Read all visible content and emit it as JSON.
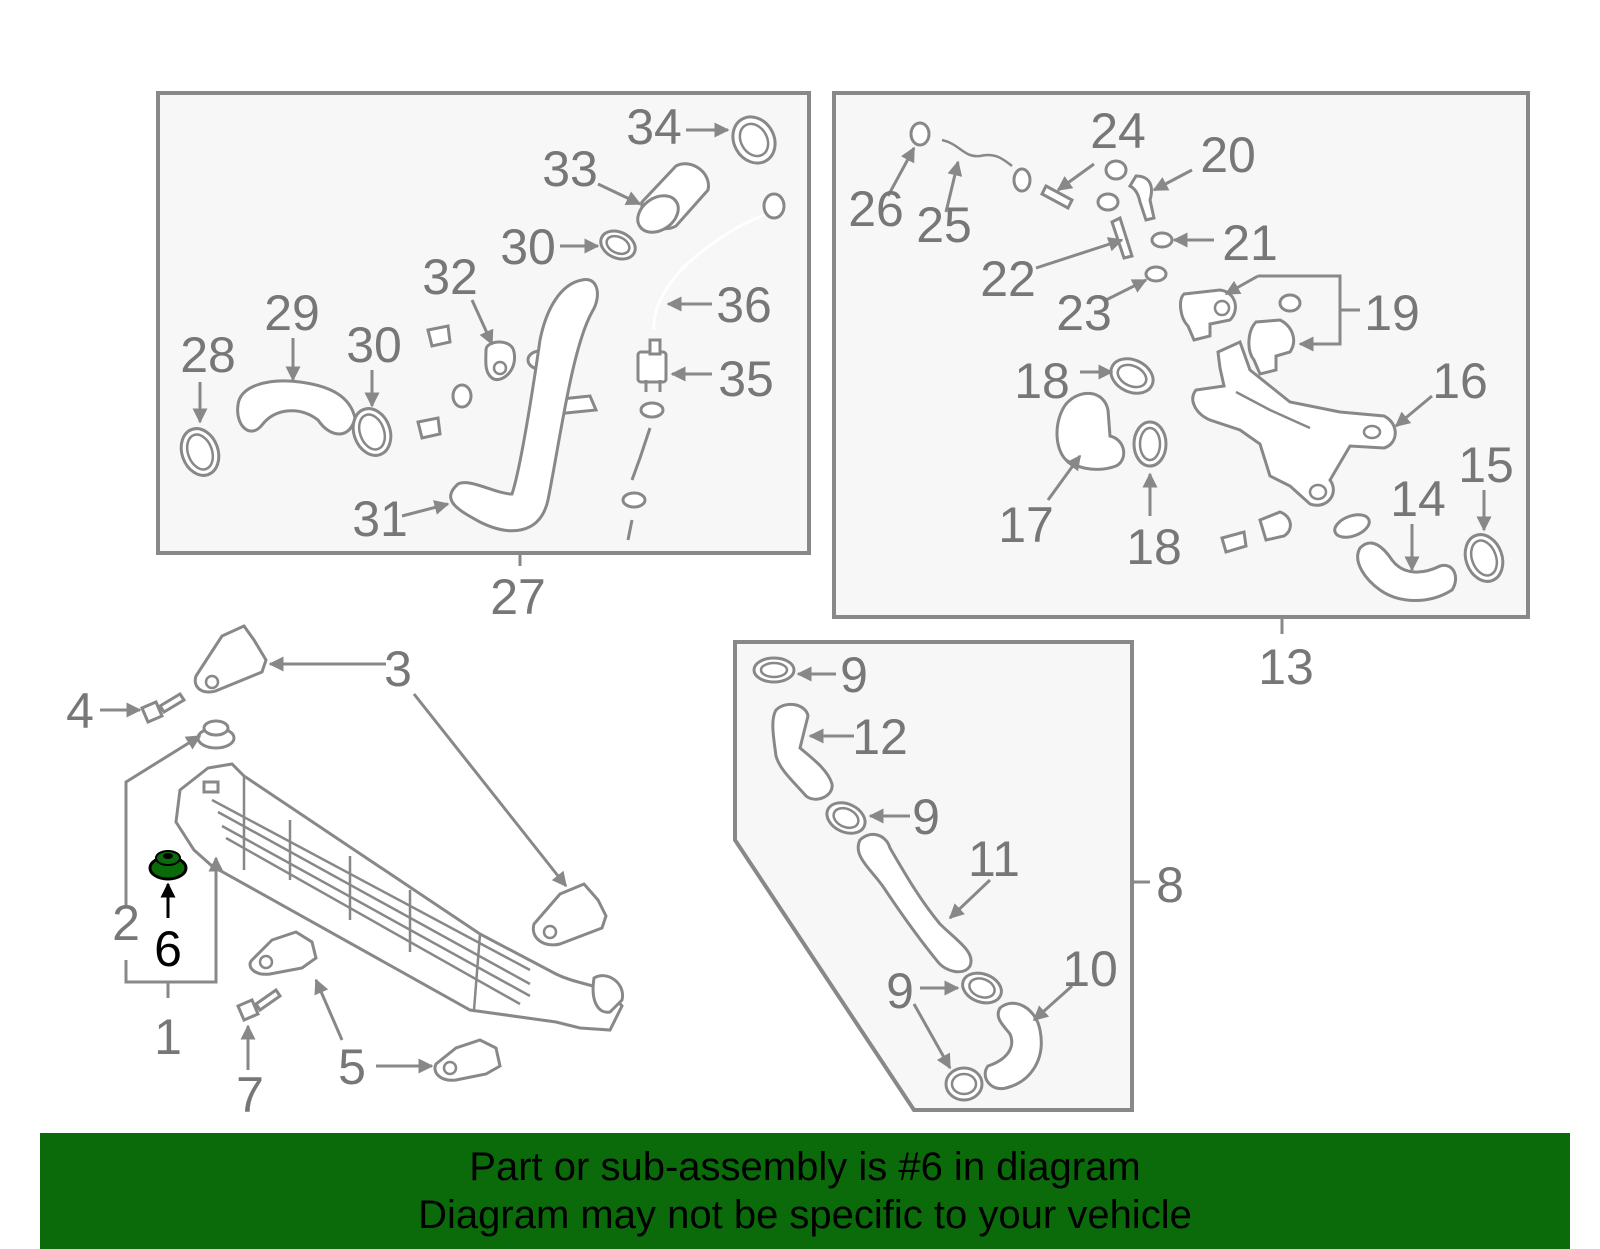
{
  "diagram": {
    "highlight_color": "#0b6b0b",
    "line_color": "#888888",
    "label_color": "#777777",
    "callouts": {
      "c1": "1",
      "c2": "2",
      "c3": "3",
      "c4": "4",
      "c5": "5",
      "c6": "6",
      "c7": "7",
      "c8": "8",
      "c9a": "9",
      "c9b": "9",
      "c9c": "9",
      "c10": "10",
      "c11": "11",
      "c12": "12",
      "c13": "13",
      "c14": "14",
      "c15": "15",
      "c16": "16",
      "c17": "17",
      "c18a": "18",
      "c18b": "18",
      "c19": "19",
      "c20": "20",
      "c21": "21",
      "c22": "22",
      "c23": "23",
      "c24": "24",
      "c25": "25",
      "c26": "26",
      "c27": "27",
      "c28": "28",
      "c29": "29",
      "c30a": "30",
      "c30b": "30",
      "c31": "31",
      "c32": "32",
      "c33": "33",
      "c34": "34",
      "c35": "35",
      "c36": "36"
    }
  },
  "banner": {
    "line1": "Part or sub-assembly is #6 in diagram",
    "line2": "Diagram may not be specific to your vehicle"
  }
}
